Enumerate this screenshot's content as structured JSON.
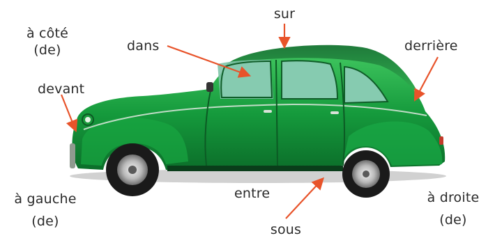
{
  "colors": {
    "car_body": "#159a3c",
    "car_dark": "#0c6e2a",
    "car_light": "#3cc25c",
    "window": "#7fc4a8",
    "arrow": "#e8532a",
    "text": "#2a2a2a"
  },
  "labels": {
    "a_cote_line1": "à côté",
    "a_cote_line2": "(de)",
    "dans": "dans",
    "sur": "sur",
    "derriere": "derrière",
    "devant": "devant",
    "entre": "entre",
    "a_gauche_line1": "à gauche",
    "a_gauche_line2": "(de)",
    "a_droite_line1": "à droite",
    "a_droite_line2": "(de)",
    "sous": "sous"
  },
  "image": {
    "subject": "car-2cv-illustration"
  }
}
